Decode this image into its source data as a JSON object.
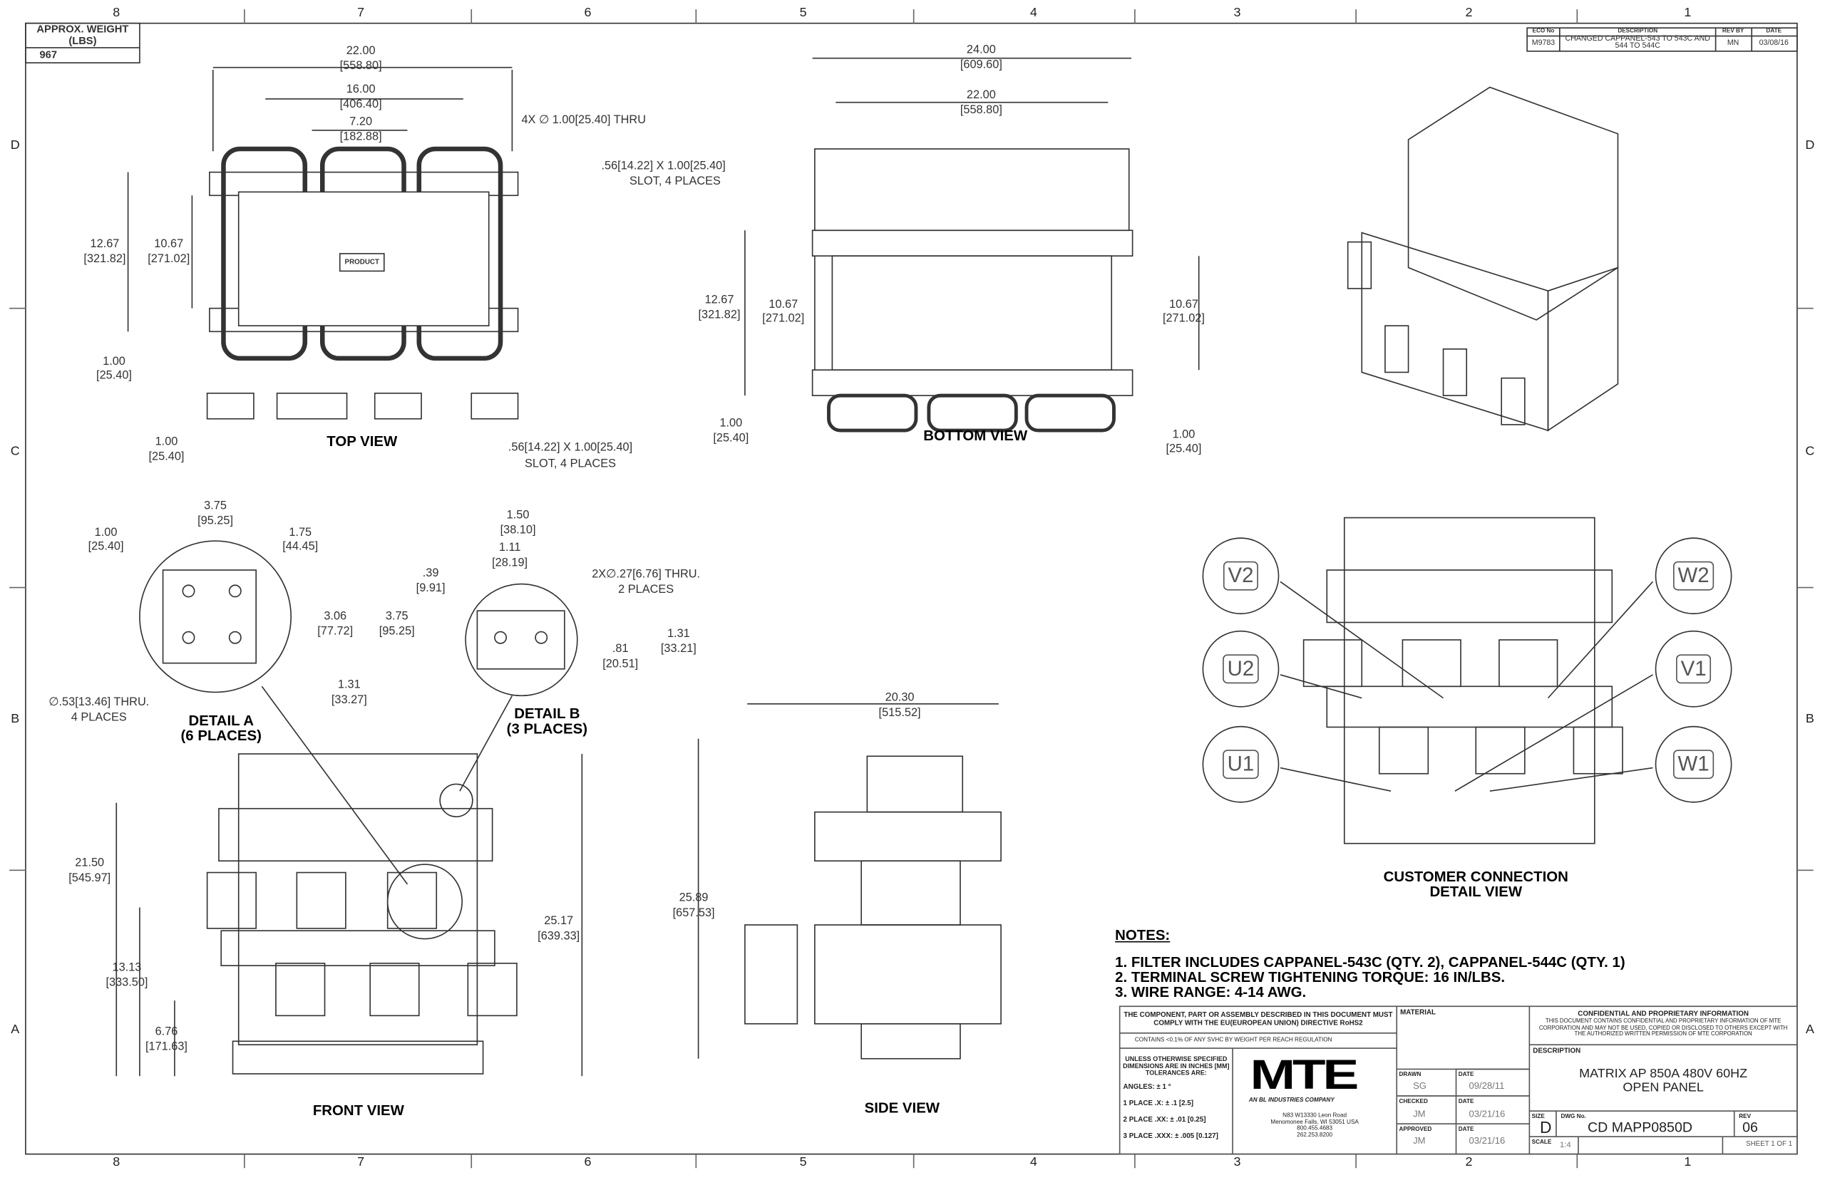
{
  "weight": {
    "label1": "APPROX. WEIGHT",
    "label2": "(LBS)",
    "value": "967"
  },
  "zones": {
    "columns": [
      "8",
      "7",
      "6",
      "5",
      "4",
      "3",
      "2",
      "1"
    ],
    "rows": [
      "D",
      "C",
      "B",
      "A"
    ]
  },
  "revision": {
    "headers": [
      "ECO No",
      "DESCRIPTION",
      "REV BY",
      "DATE"
    ],
    "eco": "M9783",
    "description": "CHANGED CAPPANEL-543 TO 543C AND 544 TO 544C",
    "rev_by": "MN",
    "date": "03/08/16"
  },
  "views": {
    "top": "TOP VIEW",
    "bottom": "BOTTOM VIEW",
    "detail_a": "DETAIL A",
    "detail_a_sub": "(6 PLACES)",
    "detail_b": "DETAIL B",
    "detail_b_sub": "(3 PLACES)",
    "front": "FRONT VIEW",
    "side": "SIDE VIEW",
    "customer1": "CUSTOMER CONNECTION",
    "customer2": "DETAIL VIEW",
    "product_label": "PRODUCT"
  },
  "dims": [
    "22.00",
    "[558.80]",
    "16.00",
    "[406.40]",
    "7.20",
    "[182.88]",
    "4X ∅ 1.00[25.40] THRU",
    "12.67",
    "[321.82]",
    "10.67",
    "[271.02]",
    "1.00",
    "[25.40]",
    "1.00",
    "[25.40]",
    ".56[14.22] X 1.00[25.40]",
    "SLOT, 4 PLACES",
    "24.00",
    "[609.60]",
    "22.00",
    "[558.80]",
    ".56[14.22] X 1.00[25.40]",
    "SLOT, 4 PLACES",
    "12.67",
    "[321.82]",
    "10.67",
    "[271.02]",
    "10.67",
    "[271.02]",
    "1.00",
    "[25.40]",
    "1.00",
    "[25.40]",
    "3.75",
    "[95.25]",
    "1.00",
    "[25.40]",
    "1.75",
    "[44.45]",
    ".39",
    "[9.91]",
    "3.06",
    "[77.72]",
    "3.75",
    "[95.25]",
    "1.31",
    "[33.27]",
    "∅.53[13.46] THRU.",
    "4 PLACES",
    "1.50",
    "[38.10]",
    "1.11",
    "[28.19]",
    "2X∅.27[6.76] THRU.",
    "2 PLACES",
    ".81",
    "[20.51]",
    "1.31",
    "[33.21]",
    "21.50",
    "[545.97]",
    "13.13",
    "[333.50]",
    "6.76",
    "[171.63]",
    "25.17",
    "[639.33]",
    "20.30",
    "[515.52]",
    "25.89",
    "[657.53]"
  ],
  "connections": [
    "V2",
    "U2",
    "U1",
    "W2",
    "V1",
    "W1"
  ],
  "notes": {
    "title": "NOTES:",
    "items": [
      "1.  FILTER INCLUDES CAPPANEL-543C (QTY. 2), CAPPANEL-544C (QTY. 1)",
      "2.  TERMINAL SCREW TIGHTENING TORQUE: 16 IN/LBS.",
      "3.  WIRE RANGE: 4-14 AWG."
    ]
  },
  "title_block": {
    "rohs": "THE COMPONENT, PART OR ASSEMBLY DESCRIBED IN THIS DOCUMENT MUST COMPLY WITH THE EU(EUROPEAN UNION) DIRECTIVE RoHS2",
    "reach": "CONTAINS <0.1% OF ANY SVHC BY WEIGHT PER REACH REGULATION",
    "tol_head": "UNLESS OTHERWISE SPECIFIED DIMENSIONS ARE IN INCHES [MM] TOLERANCES ARE:",
    "tol": [
      "ANGLES: ± 1 °",
      "1 PLACE .X: ± .1 [2.5]",
      "2 PLACE .XX: ± .01 [0.25]",
      "3 PLACE .XXX: ± .005 [0.127]"
    ],
    "logo": "MTE",
    "logo_sub": "AN BL INDUSTRIES COMPANY",
    "address": [
      "N83 W13330 Leon Road",
      "Menomonee Falls, WI 53051 USA",
      "800.455.4683",
      "262.253.8200"
    ],
    "material_label": "MATERIAL",
    "drawn_label": "DRAWN",
    "drawn": "SG",
    "drawn_date": "09/28/11",
    "checked_label": "CHECKED",
    "checked": "JM",
    "checked_date": "03/21/16",
    "approved_label": "APPROVED",
    "approved": "JM",
    "approved_date": "03/21/16",
    "date_label": "DATE",
    "conf_title": "CONFIDENTIAL AND PROPRIETARY INFORMATION",
    "conf_text": "THIS DOCUMENT CONTAINS CONFIDENTIAL AND PROPRIETARY INFORMATION OF MTE CORPORATION AND MAY NOT BE USED, COPIED OR DISCLOSED TO OTHERS EXCEPT WITH THE AUTHORIZED WRITTEN PERMISSION OF MTE CORPORATION",
    "description_label": "DESCRIPTION",
    "description1": "MATRIX AP 850A 480V 60HZ",
    "description2": "OPEN PANEL",
    "size_label": "SIZE",
    "size": "D",
    "dwg_label": "DWG No.",
    "dwg": "CD MAPP0850D",
    "rev_label": "REV",
    "rev": "06",
    "scale_label": "SCALE",
    "scale": "1:4",
    "sheet": "SHEET 1  OF 1"
  }
}
